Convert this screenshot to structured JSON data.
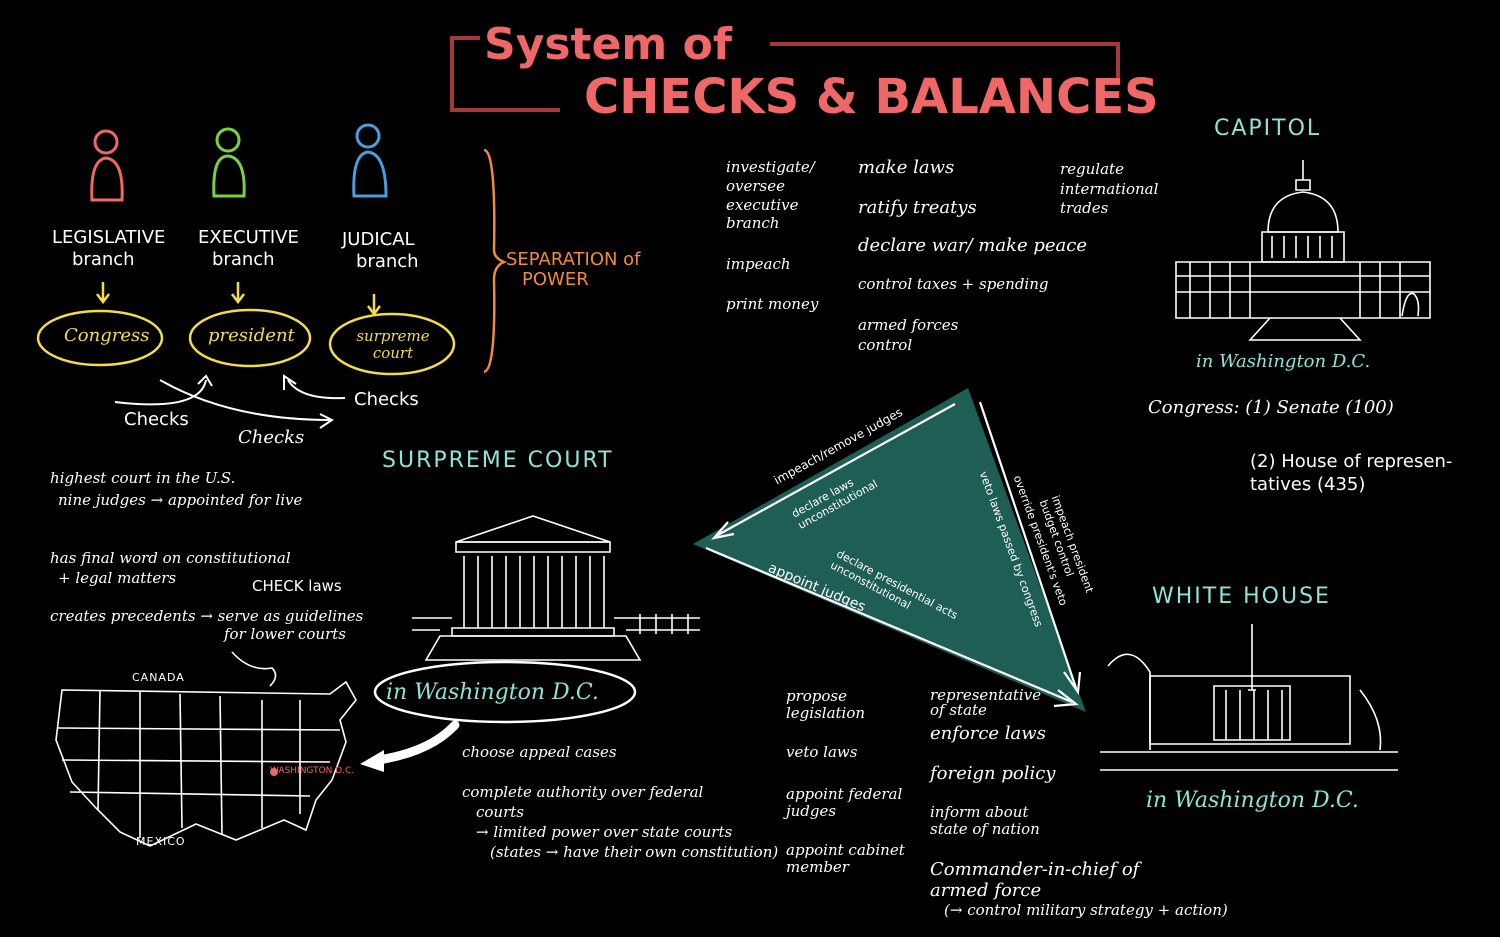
{
  "title": {
    "line1": "System of",
    "line2": "CHECKS & BALANCES"
  },
  "branches": {
    "legislative": {
      "name": "LEGISLATIVE",
      "sub": "branch",
      "body": "Congress"
    },
    "executive": {
      "name": "EXECUTIVE",
      "sub": "branch",
      "body": "president"
    },
    "judicial": {
      "name": "JUDICAL",
      "sub": "branch",
      "body": "surpreme court"
    },
    "checks_labels": [
      "Checks",
      "Checks",
      "Checks"
    ],
    "separation": {
      "line1": "SEPARATION of",
      "line2": "POWER"
    }
  },
  "legislative_powers": {
    "col1": [
      "investigate/ oversee executive branch",
      "impeach",
      "print money"
    ],
    "col2": [
      "make laws",
      "ratify treatys",
      "declare war/ make peace",
      "control taxes + spending",
      "armed forces control"
    ],
    "col3": [
      "regulate international trades"
    ]
  },
  "capitol": {
    "heading": "CAPITOL",
    "location": "in Washington D.C.",
    "congress": "Congress: (1) Senate (100)",
    "house": "(2) House of represen- tatives (435)"
  },
  "supreme_court": {
    "heading": "SURPREME COURT",
    "points": [
      "highest court in the U.S.",
      "nine judges → appointed for live",
      "has final word on constitutional",
      "+ legal matters",
      "CHECK laws",
      "creates precedents → serve as guidelines",
      "for lower courts"
    ],
    "location": "in Washington D.C.",
    "powers": [
      "choose appeal cases",
      "complete authority over federal",
      "courts",
      "→ limited power over state courts",
      "(states → have their own constitution)"
    ],
    "map": {
      "canada": "CANADA",
      "mexico": "MEXICO",
      "marker": "WASHINGTON D.C."
    }
  },
  "triangle": {
    "fill": "#1f5e55",
    "labels": [
      "impeach/remove judges",
      "declare laws unconstitutional",
      "veto laws passed by congress",
      "override president's veto",
      "impeach president budget control",
      "declare presidential acts unconstitutional",
      "appoint judges"
    ]
  },
  "white_house": {
    "heading": "WHITE HOUSE",
    "location": "in Washington D.C.",
    "col1": [
      "propose legislation",
      "veto laws",
      "appoint federal judges",
      "appoint cabinet member"
    ],
    "col2": [
      "representative of state",
      "enforce laws",
      "foreign policy",
      "inform about state of nation",
      "Commander-in-chief of armed force",
      "(→ control military strategy + action)"
    ]
  },
  "colors": {
    "title": "#f06767",
    "cyan": "#8ee3d8",
    "yellow": "#f3dc4a",
    "orange": "#f08a3c",
    "legislative": "#f06767",
    "executive": "#7ad13e",
    "judicial": "#4a9ee0"
  }
}
